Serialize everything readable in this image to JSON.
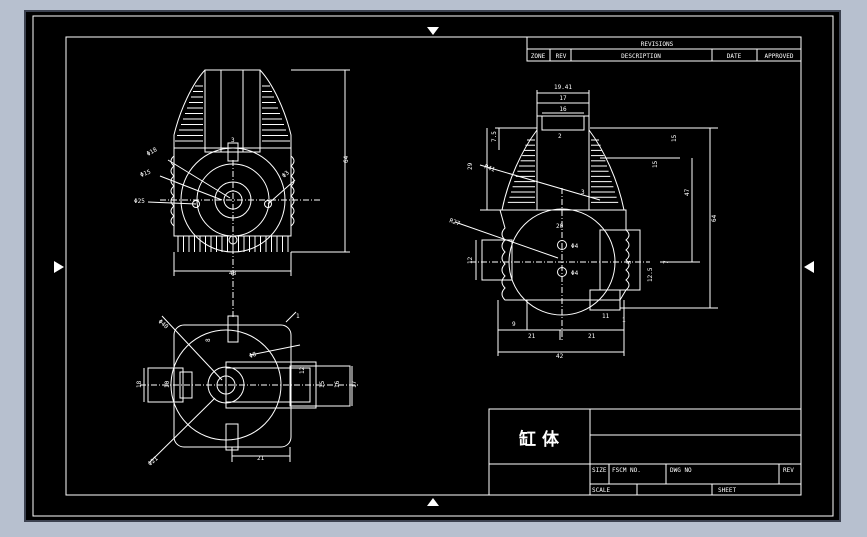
{
  "title_block": {
    "part_name": "缸 体",
    "size_label": "SIZE",
    "fscm_label": "FSCM NO.",
    "dwg_label": "DWG NO",
    "rev_label": "REV",
    "scale_label": "SCALE",
    "sheet_label": "SHEET"
  },
  "revisions": {
    "title": "REVISIONS",
    "columns": [
      "ZONE",
      "REV",
      "DESCRIPTION",
      "DATE",
      "APPROVED"
    ]
  },
  "dimensions": {
    "front": {
      "phi18": "Φ18",
      "phi15": "Φ15",
      "phi25": "Φ25",
      "phi3": "Φ3",
      "d3": "3",
      "d64": "64",
      "d48": "48"
    },
    "top": {
      "phi40": "Φ40",
      "phi21": "Φ21",
      "phi8": "Φ8",
      "d8": "8",
      "d1": "1",
      "d18": "18",
      "d10": "10",
      "d12": "12",
      "d15": "15",
      "d16": "16",
      "d17": "17",
      "d21": "21"
    },
    "side": {
      "d1941": "19.41",
      "d17": "17",
      "d16": "16",
      "d2": "2",
      "d75": "7.5",
      "d29": "29",
      "r41": "R41",
      "d3": "3",
      "d15": "15",
      "d15b": "15",
      "d47": "47",
      "d64": "64",
      "d20": "20",
      "r27": "R27",
      "phi4a": "Φ4",
      "phi4b": "Φ4",
      "d12": "12",
      "d5": "5",
      "d7": "7",
      "d125": "12.5",
      "d11": "11",
      "d1": "1",
      "d9": "9",
      "d21a": "21",
      "d21b": "21",
      "d42": "42"
    }
  }
}
